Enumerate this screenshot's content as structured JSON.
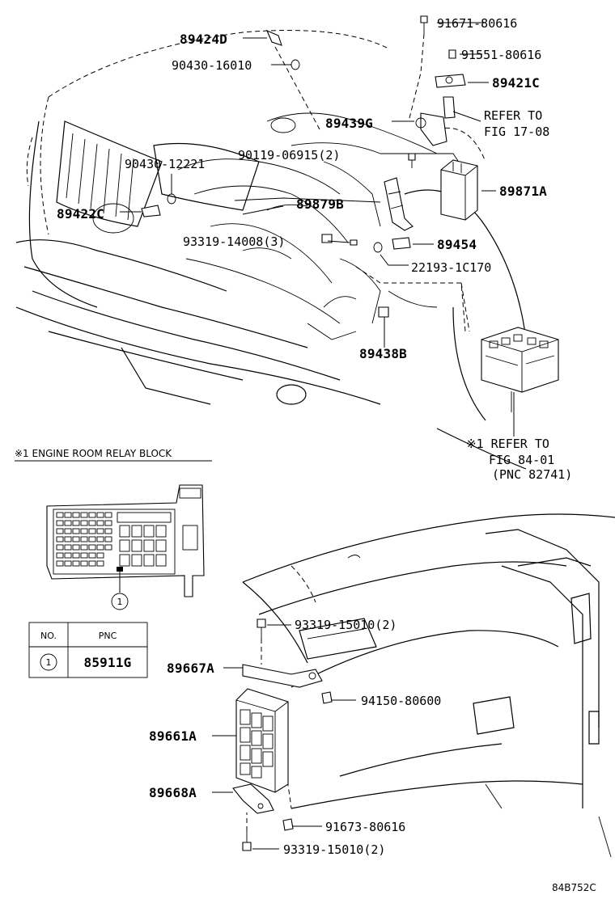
{
  "parts": {
    "p89424D": "89424D",
    "p90430_16010": "90430-16010",
    "p91671_80616": "91671-80616",
    "p91551_80616": "91551-80616",
    "p89421C": "89421C",
    "refer_to_1": "REFER TO",
    "fig_17_08": "FIG 17-08",
    "p89439G": "89439G",
    "p90119_06915": "90119-06915(2)",
    "p90430_12221": "90430-12221",
    "p89871A": "89871A",
    "p89422C": "89422C",
    "p89879B": "89879B",
    "p93319_14008": "93319-14008(3)",
    "p89454": "89454",
    "p22193_1C170": "22193-1C170",
    "p89438B": "89438B",
    "refer_to_2": "※1 REFER TO",
    "fig_84_01": "FIG 84-01",
    "pnc_82741": "(PNC 82741)",
    "p93319_15010_a": "93319-15010(2)",
    "p89667A": "89667A",
    "p94150_80600": "94150-80600",
    "p89661A": "89661A",
    "p89668A": "89668A",
    "p91673_80616": "91673-80616",
    "p93319_15010_b": "93319-15010(2)"
  },
  "relay_block": {
    "title": "※1  ENGINE ROOM RELAY BLOCK",
    "callout": "1"
  },
  "table": {
    "col_no": "NO.",
    "col_pnc": "PNC",
    "row_no": "1",
    "row_pnc": "85911G"
  },
  "figure_code": "84B752C"
}
